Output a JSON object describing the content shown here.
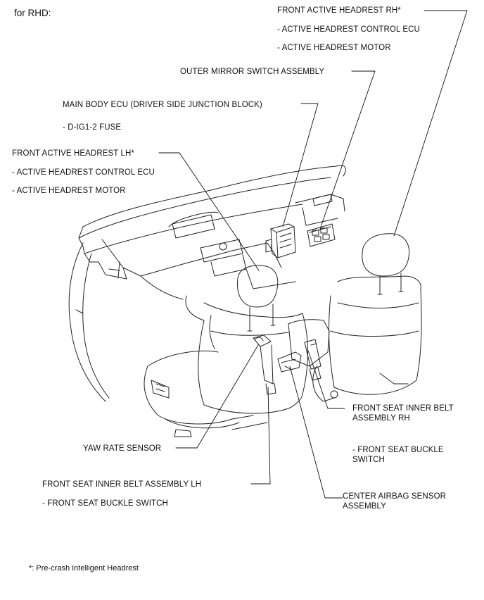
{
  "header": {
    "note": "for RHD:"
  },
  "labels": {
    "front_active_headrest_rh": "FRONT ACTIVE HEADREST RH*",
    "rh_control_ecu": "- ACTIVE HEADREST CONTROL ECU",
    "rh_motor": "- ACTIVE HEADREST MOTOR",
    "outer_mirror_switch": "OUTER MIRROR SWITCH ASSEMBLY",
    "main_body_ecu": "MAIN BODY ECU (DRIVER SIDE JUNCTION BLOCK)",
    "d_ig1_2_fuse": "- D-IG1-2 FUSE",
    "front_active_headrest_lh": "FRONT ACTIVE HEADREST LH*",
    "lh_control_ecu": "- ACTIVE HEADREST CONTROL ECU",
    "lh_motor": "- ACTIVE HEADREST MOTOR",
    "inner_belt_rh_1": "FRONT SEAT INNER BELT",
    "inner_belt_rh_2": "ASSEMBLY RH",
    "buckle_rh_1": "- FRONT SEAT BUCKLE",
    "buckle_rh_2": "SWITCH",
    "yaw_rate_sensor": "YAW RATE SENSOR",
    "inner_belt_lh": "FRONT SEAT INNER BELT ASSEMBLY LH",
    "buckle_lh": "- FRONT SEAT BUCKLE SWITCH",
    "center_airbag_1": "CENTER AIRBAG SENSOR",
    "center_airbag_2": "ASSEMBLY"
  },
  "footnote": "*: Pre-crash Intelligent Headrest"
}
